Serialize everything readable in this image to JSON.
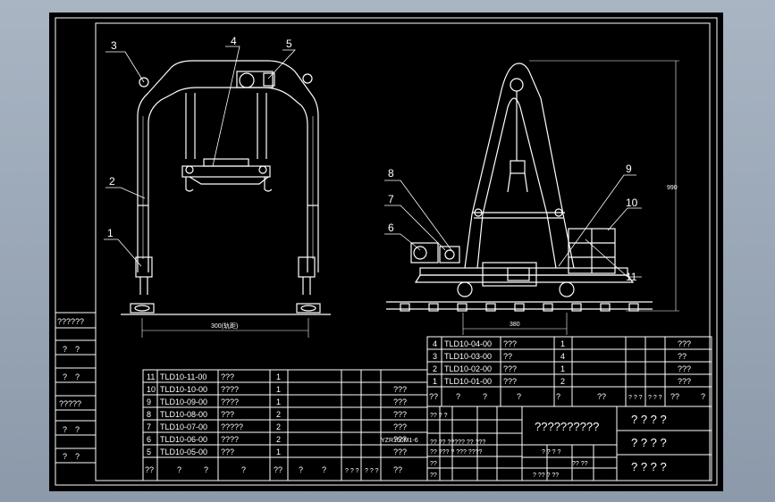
{
  "drawing": {
    "balloons_front": [
      "3",
      "4",
      "5",
      "2",
      "1"
    ],
    "balloons_side": [
      "8",
      "7",
      "6",
      "9",
      "10",
      "11"
    ],
    "dim_front": "300(轨距)",
    "dim_side_width": "380",
    "dim_side_height": "990"
  },
  "side_labels": [
    "??????",
    "?　?",
    "?　?",
    "?????",
    "?　?",
    "?　?"
  ],
  "bom_left": {
    "rows": [
      {
        "no": "11",
        "code": "TLD10-11-00",
        "name": "???",
        "qty": "1",
        "material": "",
        "note": ""
      },
      {
        "no": "10",
        "code": "TLD10-10-00",
        "name": "????",
        "qty": "1",
        "material": "",
        "note": "???"
      },
      {
        "no": "9",
        "code": "TLD10-09-00",
        "name": "????",
        "qty": "1",
        "material": "",
        "note": "???"
      },
      {
        "no": "8",
        "code": "TLD10-08-00",
        "name": "???",
        "qty": "2",
        "material": "",
        "note": "???"
      },
      {
        "no": "7",
        "code": "TLD10-07-00",
        "name": "?????",
        "qty": "2",
        "material": "",
        "note": "???"
      },
      {
        "no": "6",
        "code": "TLD10-06-00",
        "name": "????",
        "qty": "2",
        "material": "YZR160M1-6",
        "note": "???"
      },
      {
        "no": "5",
        "code": "TLD10-05-00",
        "name": "???",
        "qty": "1",
        "material": "",
        "note": "???"
      }
    ],
    "header": [
      "??",
      "?",
      "?",
      "?",
      "??",
      "?",
      "?",
      "? ? ?",
      "? ? ?",
      "??"
    ]
  },
  "bom_right": {
    "rows": [
      {
        "no": "4",
        "code": "TLD10-04-00",
        "name": "???",
        "qty": "1",
        "note": "???"
      },
      {
        "no": "3",
        "code": "TLD10-03-00",
        "name": "??",
        "qty": "4",
        "note": "??"
      },
      {
        "no": "2",
        "code": "TLD10-02-00",
        "name": "???",
        "qty": "1",
        "note": "???"
      },
      {
        "no": "1",
        "code": "TLD10-01-00",
        "name": "???",
        "qty": "2",
        "note": "???"
      }
    ],
    "header": [
      "??",
      "?",
      "?",
      "?",
      "?",
      "??",
      "? ? ?",
      "? ? ?",
      "??",
      "?"
    ]
  },
  "title_block": {
    "title": "??????????",
    "right_lines": [
      "? ? ? ?",
      "? ? ? ?",
      "? ? ? ?"
    ],
    "sign_rows": [
      "?? ?? ????? ?? ???",
      "?? ??? ? ??? ????",
      "??",
      "??",
      "?? ? ?"
    ],
    "mid_cells": [
      "? ? ? ?",
      "?? ??",
      "? ?? ? ??"
    ]
  }
}
